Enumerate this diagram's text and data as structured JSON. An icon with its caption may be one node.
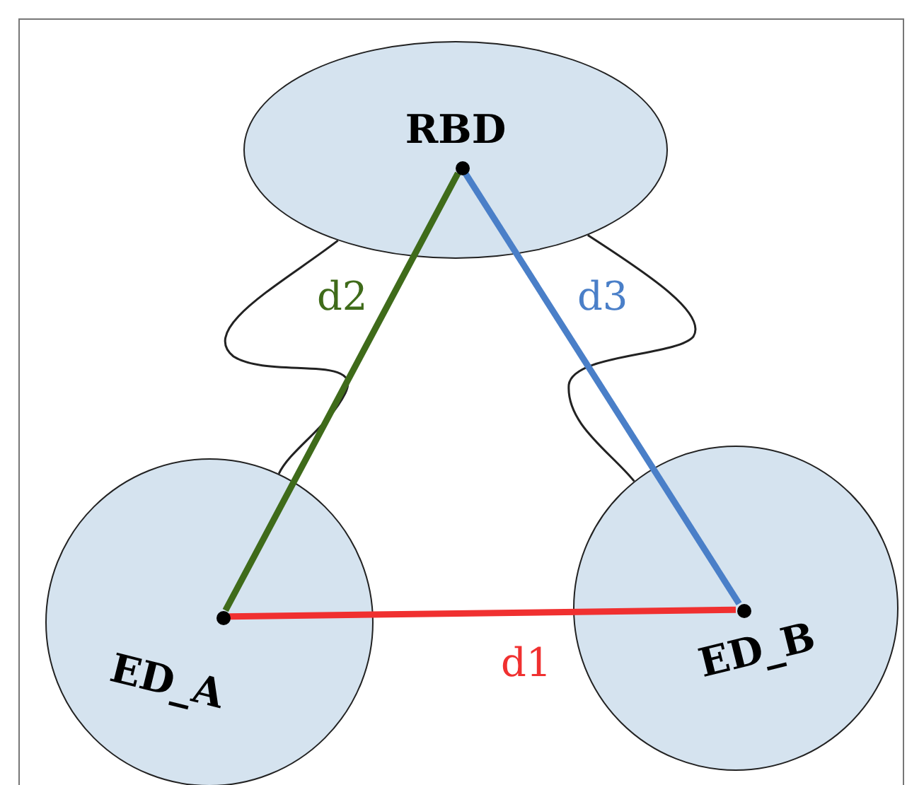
{
  "diagram": {
    "nodes": [
      {
        "text": [
          "RBD"
        ]
      },
      {
        "text": [],
        "shape": "circle",
        "in": 0
      },
      {
        "text": [
          "ED_A"
        ]
      },
      {
        "text": [],
        "shape": "circle",
        "in": 2
      },
      {
        "text": [
          "ED_B"
        ]
      },
      {
        "text": [],
        "shape": "circle",
        "in": 4
      }
    ],
    "edges": [
      {
        "from": 0,
        "to": 2,
        "arrow": "none"
      },
      {
        "from": 0,
        "to": 4,
        "arrow": "none"
      },
      {
        "from": 3,
        "to": 5,
        "arrow": "none",
        "label": "d1",
        "color": "#f03030"
      },
      {
        "from": 1,
        "to": 3,
        "arrow": "none",
        "label": "d2",
        "color": "#3f6b1a"
      },
      {
        "from": 1,
        "to": 5,
        "arrow": "none",
        "label": "d3",
        "color": "#4a7fc8"
      }
    ]
  }
}
